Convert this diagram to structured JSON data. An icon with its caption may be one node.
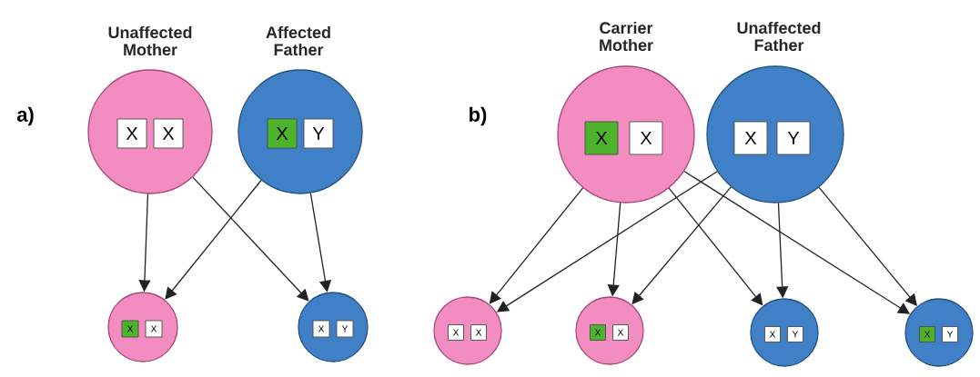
{
  "diagram": {
    "nodes": [
      {
        "text": [
          "Unaffected Mother"
        ]
      },
      {
        "text": [
          "X"
        ],
        "in": 0
      },
      {
        "text": [
          "X"
        ],
        "in": 0
      },
      {
        "text": [
          "Affected Father"
        ]
      },
      {
        "text": [
          "X"
        ],
        "in": 3
      },
      {
        "text": [
          "Y"
        ],
        "in": 3
      },
      {
        "text": [],
        "shape": "circle"
      },
      {
        "text": [
          "X"
        ],
        "in": 6
      },
      {
        "text": [
          "X"
        ],
        "in": 6
      },
      {
        "text": [],
        "shape": "circle"
      },
      {
        "text": [
          "X"
        ],
        "in": 9
      },
      {
        "text": [
          "Y"
        ],
        "in": 9
      },
      {
        "text": [
          "Carrier Mother"
        ]
      },
      {
        "text": [
          "X"
        ],
        "in": 12
      },
      {
        "text": [
          "X"
        ],
        "in": 12
      },
      {
        "text": [
          "Unaffected Father"
        ]
      },
      {
        "text": [
          "X"
        ],
        "in": 15
      },
      {
        "text": [
          "Y"
        ],
        "in": 15
      },
      {
        "text": [],
        "shape": "circle"
      },
      {
        "text": [
          "X"
        ],
        "in": 18
      },
      {
        "text": [
          "X"
        ],
        "in": 18
      },
      {
        "text": [],
        "shape": "circle"
      },
      {
        "text": [
          "X"
        ],
        "in": 21
      },
      {
        "text": [
          "X"
        ],
        "in": 21
      },
      {
        "text": [],
        "shape": "circle"
      },
      {
        "text": [
          "X"
        ],
        "in": 24
      },
      {
        "text": [
          "Y"
        ],
        "in": 24
      },
      {
        "text": [],
        "shape": "circle"
      },
      {
        "text": [
          "X"
        ],
        "in": 27
      },
      {
        "text": [
          "Y"
        ],
        "in": 27
      }
    ],
    "edges": [
      {
        "from": 0,
        "to": 6,
        "arrow": "to"
      },
      {
        "from": 3,
        "to": 6,
        "arrow": "to"
      },
      {
        "from": 0,
        "to": 9,
        "arrow": "to"
      },
      {
        "from": 3,
        "to": 9,
        "arrow": "to"
      },
      {
        "from": 12,
        "to": 18,
        "arrow": "to"
      },
      {
        "from": 15,
        "to": 18,
        "arrow": "to"
      },
      {
        "from": 12,
        "to": 21,
        "arrow": "to"
      },
      {
        "from": 15,
        "to": 21,
        "arrow": "to"
      },
      {
        "from": 12,
        "to": 24,
        "arrow": "to"
      },
      {
        "from": 15,
        "to": 24,
        "arrow": "to"
      },
      {
        "from": 12,
        "to": 27,
        "arrow": "to"
      },
      {
        "from": 15,
        "to": 27,
        "arrow": "to"
      }
    ],
    "labels": [
      "a)",
      "b)"
    ]
  }
}
